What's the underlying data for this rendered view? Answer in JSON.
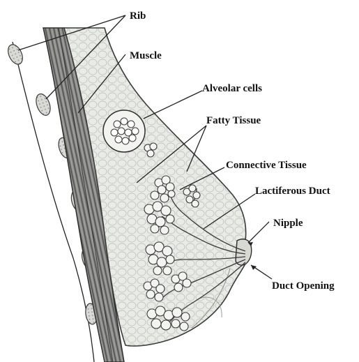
{
  "labels": {
    "rib": "Rib",
    "muscle": "Muscle",
    "alveolar_cells": "Alveolar cells",
    "fatty_tissue": "Fatty Tissue",
    "connective_tissue": "Connective Tissue",
    "lactiferous_duct": "Lactiferous Duct",
    "nipple": "Nipple",
    "duct_opening": "Duct Opening"
  },
  "colors": {
    "tissue_fill": "#e9ebe6",
    "outline": "#3a3a3a",
    "muscle_dark": "#6b6b6b",
    "rib_fill": "#d9dad5",
    "background": "#ffffff"
  }
}
